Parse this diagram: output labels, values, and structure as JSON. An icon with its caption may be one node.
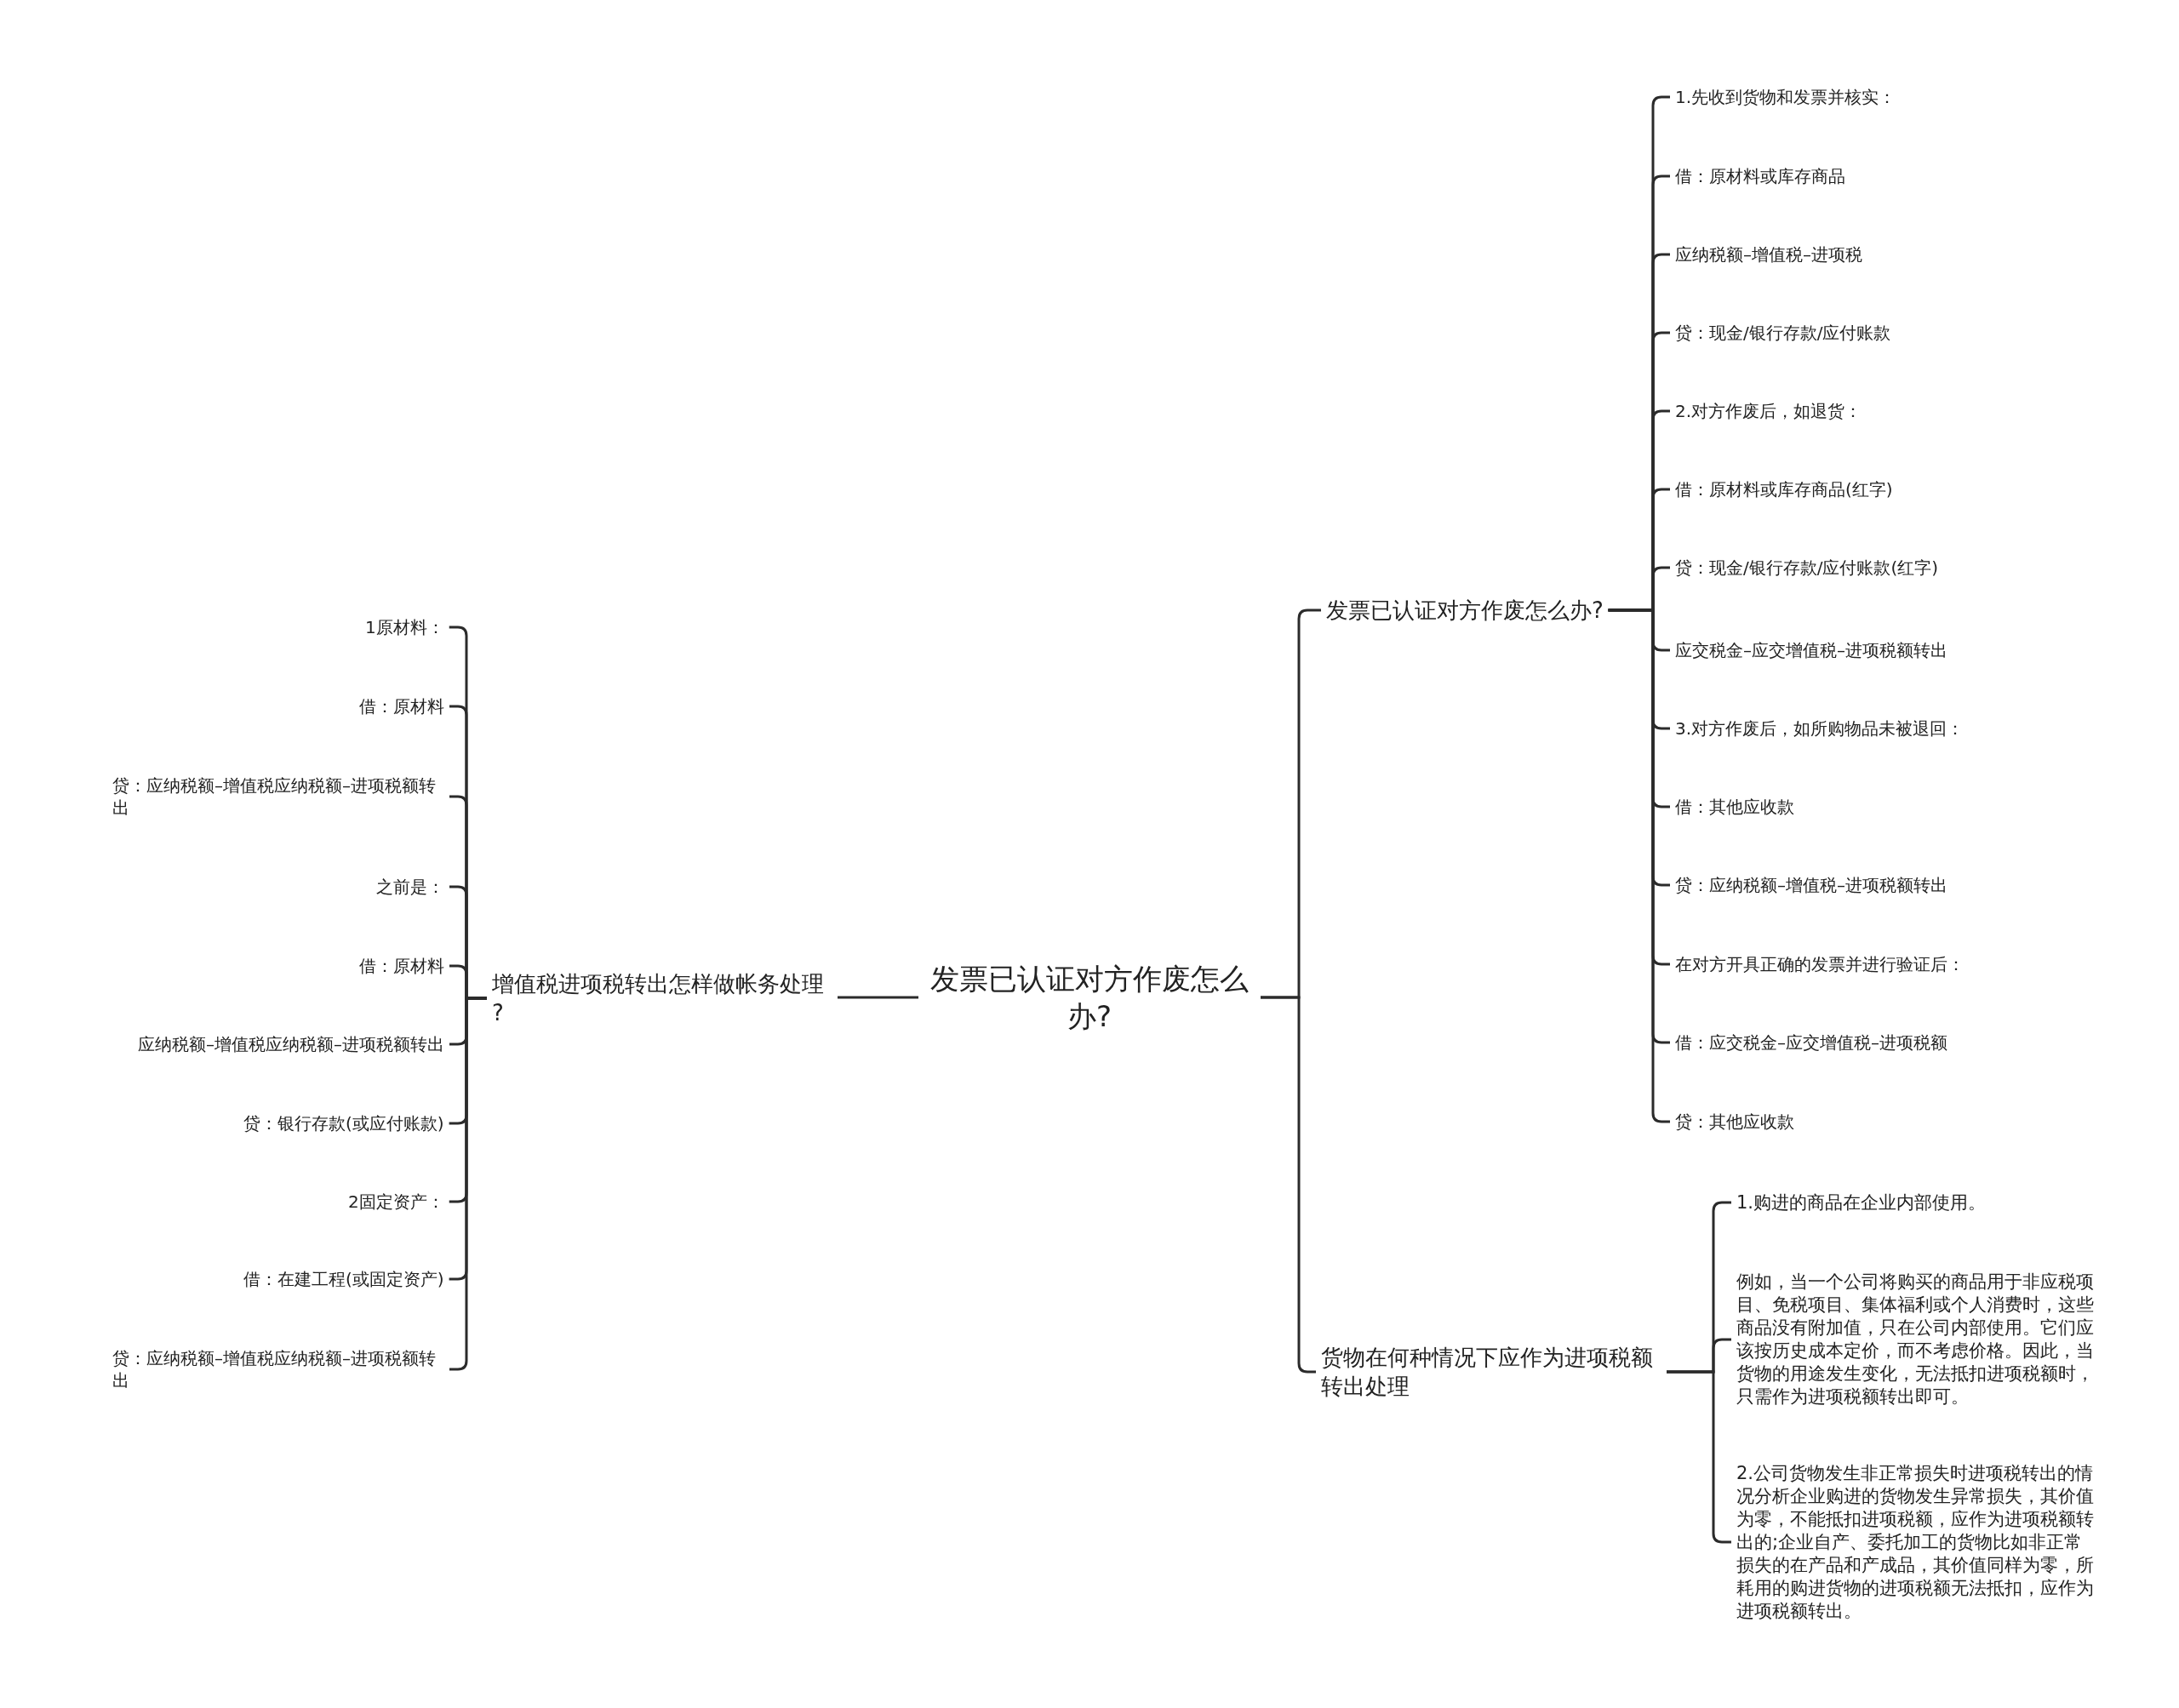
{
  "diagram": {
    "nodes": [
      {
        "text": [
          "发票已认证对方作废怎么办?"
        ]
      },
      {
        "text": [
          "增值税进项税转出怎样做帐务处理?"
        ]
      },
      {
        "text": [
          "1原材料："
        ]
      },
      {
        "text": [
          "借：原材料"
        ]
      },
      {
        "text": [
          "贷：应纳税额–增值税应纳税额–进项税额转出"
        ]
      },
      {
        "text": [
          "之前是："
        ]
      },
      {
        "text": [
          "借：原材料"
        ]
      },
      {
        "text": [
          "应纳税额–增值税应纳税额–进项税额转出"
        ]
      },
      {
        "text": [
          "贷：银行存款(或应付账款)"
        ]
      },
      {
        "text": [
          "2固定资产："
        ]
      },
      {
        "text": [
          "借：在建工程(或固定资产)"
        ]
      },
      {
        "text": [
          "贷：应纳税额–增值税应纳税额–进项税额转出"
        ]
      },
      {
        "text": [
          "发票已认证对方作废怎么办?"
        ]
      },
      {
        "text": [
          "1.先收到货物和发票并核实："
        ]
      },
      {
        "text": [
          "借：原材料或库存商品"
        ]
      },
      {
        "text": [
          "应纳税额–增值税–进项税"
        ]
      },
      {
        "text": [
          "贷：现金/银行存款/应付账款"
        ]
      },
      {
        "text": [
          "2.对方作废后，如退货："
        ]
      },
      {
        "text": [
          "借：原材料或库存商品(红字)"
        ]
      },
      {
        "text": [
          "贷：现金/银行存款/应付账款(红字)"
        ]
      },
      {
        "text": [
          "应交税金–应交增值税–进项税额转出"
        ]
      },
      {
        "text": [
          "3.对方作废后，如所购物品未被退回："
        ]
      },
      {
        "text": [
          "借：其他应收款"
        ]
      },
      {
        "text": [
          "贷：应纳税额–增值税–进项税额转出"
        ]
      },
      {
        "text": [
          "在对方开具正确的发票并进行验证后："
        ]
      },
      {
        "text": [
          "借：应交税金–应交增值税–进项税额"
        ]
      },
      {
        "text": [
          "贷：其他应收款"
        ]
      },
      {
        "text": [
          "货物在何种情况下应作为进项税额转出处理"
        ]
      },
      {
        "text": [
          "1.购进的商品在企业内部使用。"
        ]
      },
      {
        "text": [
          "例如，当一个公司将购买的商品用于非应税项目、免税项目、集体福利或个人消费时，这些商品没有附加值，只在公司内部使用。它们应该按历史成本定价，而不考虑价格。因此，当货物的用途发生变化，无法抵扣进项税额时，只需作为进项税额转出即可。"
        ]
      },
      {
        "text": [
          "2.公司货物发生非正常损失时进项税转出的情况分析企业购进的货物发生异常损失，其价值为零，不能抵扣进项税额，应作为进项税额转出的;企业自产、委托加工的货物比如非正常损失的在产品和产成品，其价值同样为零，所耗用的购进货物的进项税额无法抵扣，应作为进项税额转出。"
        ]
      }
    ],
    "edges": [
      {
        "from": 0,
        "to": 1,
        "arrow": "none"
      },
      {
        "from": 1,
        "to": 2,
        "arrow": "none"
      },
      {
        "from": 1,
        "to": 3,
        "arrow": "none"
      },
      {
        "from": 1,
        "to": 4,
        "arrow": "none"
      },
      {
        "from": 1,
        "to": 5,
        "arrow": "none"
      },
      {
        "from": 1,
        "to": 6,
        "arrow": "none"
      },
      {
        "from": 1,
        "to": 7,
        "arrow": "none"
      },
      {
        "from": 1,
        "to": 8,
        "arrow": "none"
      },
      {
        "from": 1,
        "to": 9,
        "arrow": "none"
      },
      {
        "from": 1,
        "to": 10,
        "arrow": "none"
      },
      {
        "from": 1,
        "to": 11,
        "arrow": "none"
      },
      {
        "from": 0,
        "to": 12,
        "arrow": "none"
      },
      {
        "from": 12,
        "to": 13,
        "arrow": "none"
      },
      {
        "from": 12,
        "to": 14,
        "arrow": "none"
      },
      {
        "from": 12,
        "to": 15,
        "arrow": "none"
      },
      {
        "from": 12,
        "to": 16,
        "arrow": "none"
      },
      {
        "from": 12,
        "to": 17,
        "arrow": "none"
      },
      {
        "from": 12,
        "to": 18,
        "arrow": "none"
      },
      {
        "from": 12,
        "to": 19,
        "arrow": "none"
      },
      {
        "from": 12,
        "to": 20,
        "arrow": "none"
      },
      {
        "from": 12,
        "to": 21,
        "arrow": "none"
      },
      {
        "from": 12,
        "to": 22,
        "arrow": "none"
      },
      {
        "from": 12,
        "to": 23,
        "arrow": "none"
      },
      {
        "from": 12,
        "to": 24,
        "arrow": "none"
      },
      {
        "from": 12,
        "to": 25,
        "arrow": "none"
      },
      {
        "from": 12,
        "to": 26,
        "arrow": "none"
      },
      {
        "from": 0,
        "to": 27,
        "arrow": "none"
      },
      {
        "from": 27,
        "to": 28,
        "arrow": "none"
      },
      {
        "from": 27,
        "to": 29,
        "arrow": "none"
      },
      {
        "from": 27,
        "to": 30,
        "arrow": "none"
      }
    ]
  }
}
